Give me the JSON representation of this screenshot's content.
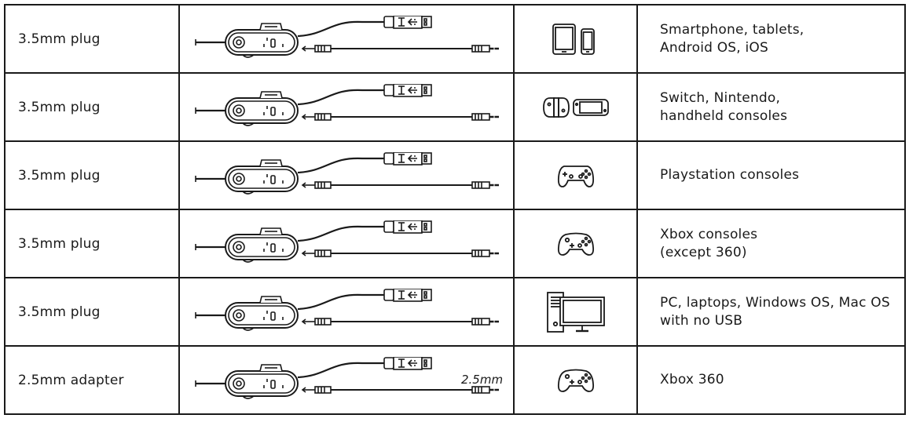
{
  "rows": [
    {
      "plug": "3.5mm plug",
      "devices": "Smartphone, tablets,\nAndroid OS, iOS",
      "icon": "tablet-smartphone-icon",
      "cable_note": ""
    },
    {
      "plug": "3.5mm plug",
      "devices": "Switch, Nintendo,\nhandheld consoles",
      "icon": "nintendo-switch-icon",
      "cable_note": ""
    },
    {
      "plug": "3.5mm plug",
      "devices": "Playstation consoles",
      "icon": "playstation-controller-icon",
      "cable_note": ""
    },
    {
      "plug": "3.5mm plug",
      "devices": "Xbox consoles\n(except 360)",
      "icon": "xbox-controller-icon",
      "cable_note": ""
    },
    {
      "plug": "3.5mm plug",
      "devices": "PC, laptops, Windows OS, Mac OS\nwith no USB",
      "icon": "desktop-pc-icon",
      "cable_note": ""
    },
    {
      "plug": "2.5mm adapter",
      "devices": "Xbox 360",
      "icon": "xbox-controller-icon",
      "cable_note": "2.5mm"
    }
  ]
}
